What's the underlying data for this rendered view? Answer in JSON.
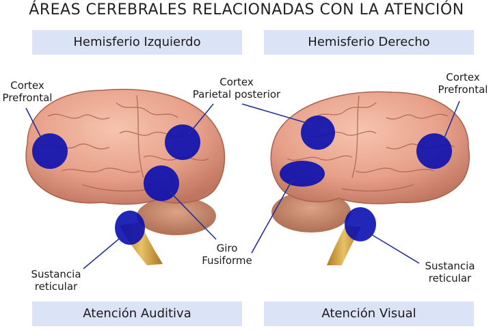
{
  "title": "ÁREAS CEREBRALES RELACIONADAS CON LA ATENCIÓN",
  "headers": {
    "left": "Hemisferio Izquierdo",
    "right": "Hemisferio Derecho"
  },
  "footers": {
    "left": "Atención Auditiva",
    "right": "Atención Visual"
  },
  "labels": {
    "left_prefrontal": [
      "Cortex",
      "Prefrontal"
    ],
    "parietal": [
      "Cortex",
      "Parietal posterior"
    ],
    "right_prefrontal": [
      "Cortex",
      "Prefrontal"
    ],
    "fusiforme": [
      "Giro",
      "Fusiforme"
    ],
    "left_reticular": [
      "Sustancia",
      "reticular"
    ],
    "right_reticular": [
      "Sustancia",
      "reticular"
    ]
  },
  "colors": {
    "band": "#dbe3f6",
    "marker": "#0a0fb0",
    "leader": "#1f2f9a",
    "brain": "#e9a58c",
    "brain_shade": "#b8705a",
    "cerebellum": "#c98a6e",
    "stem": "#d9a441"
  }
}
